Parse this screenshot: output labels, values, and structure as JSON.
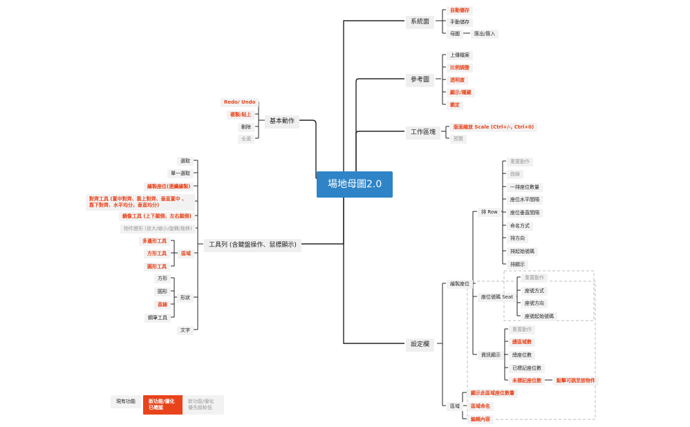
{
  "root": "場地母圖2.0",
  "system": {
    "label": "系統面",
    "items": [
      "自動儲存",
      "手動儲存",
      "母圖"
    ],
    "sub": "匯出/匯入"
  },
  "reference": {
    "label": "參考圖",
    "items": [
      "上傳檔案",
      "比例調整",
      "透明度",
      "顯示/隱藏",
      "鎖定"
    ]
  },
  "workspace": {
    "label": "工作區塊",
    "items": [
      "版面縮放 Scale (Ctrl+/-, Ctrl+0)",
      "預覽"
    ]
  },
  "settings": {
    "label": "設定欄",
    "seats": {
      "label": "繪製座位",
      "row": {
        "label": "排 Row",
        "items": [
          "重置動作",
          "曲線",
          "一排座位數量",
          "座位水平間隔",
          "座位垂直間隔",
          "命名方式",
          "排方向",
          "排起始號碼",
          "排顯示"
        ]
      },
      "seatno": {
        "label": "座位號碼 Seat",
        "items": [
          "重置動作",
          "座號方式",
          "座號方向",
          "座號起始號碼"
        ]
      },
      "info": {
        "label": "資訊顯示",
        "items": [
          "重置動作",
          "總區域數",
          "總座位數",
          "已標記座位數",
          "未標記座位數"
        ],
        "sub": "點擊可跳至該物件"
      }
    },
    "area": {
      "label": "區域",
      "items": [
        "顯示此區域座位數量",
        "區域命名",
        "編輯內容"
      ]
    }
  },
  "basic": {
    "label": "基本動作",
    "items": [
      "Redo/ Undo",
      "複製/貼上",
      "刪除",
      "全選"
    ]
  },
  "toolbar": {
    "label": "工具列 (含鍵盤操作、鼠標顯示)",
    "items": [
      "選取",
      "單一選取",
      "繪製座位(連續繪製)",
      "對齊工具 (置中對齊、靠上對齊、垂直置中 、靠下對齊、水平均分，垂直均分)",
      "鏡像工具 (上下顛倒、左右顛倒)",
      "物件變形 (放大/縮小/旋轉/拖移)",
      "文字"
    ],
    "region": {
      "label": "區域",
      "items": [
        "多邊形工具",
        "方形工具",
        "圓形工具"
      ]
    },
    "shape": {
      "label": "形狀",
      "items": [
        "方形",
        "圓形",
        "直線",
        "鋼筆工具"
      ]
    }
  },
  "legend": {
    "existing": "現有功能",
    "new_confirmed": "新功能/優化 已確認",
    "new_low": "新功能/優化 優先級較低"
  },
  "colors": {
    "accent": "#e8431b",
    "root": "#2e84c7",
    "line": "#222222",
    "muted": "#9a9a9a"
  }
}
